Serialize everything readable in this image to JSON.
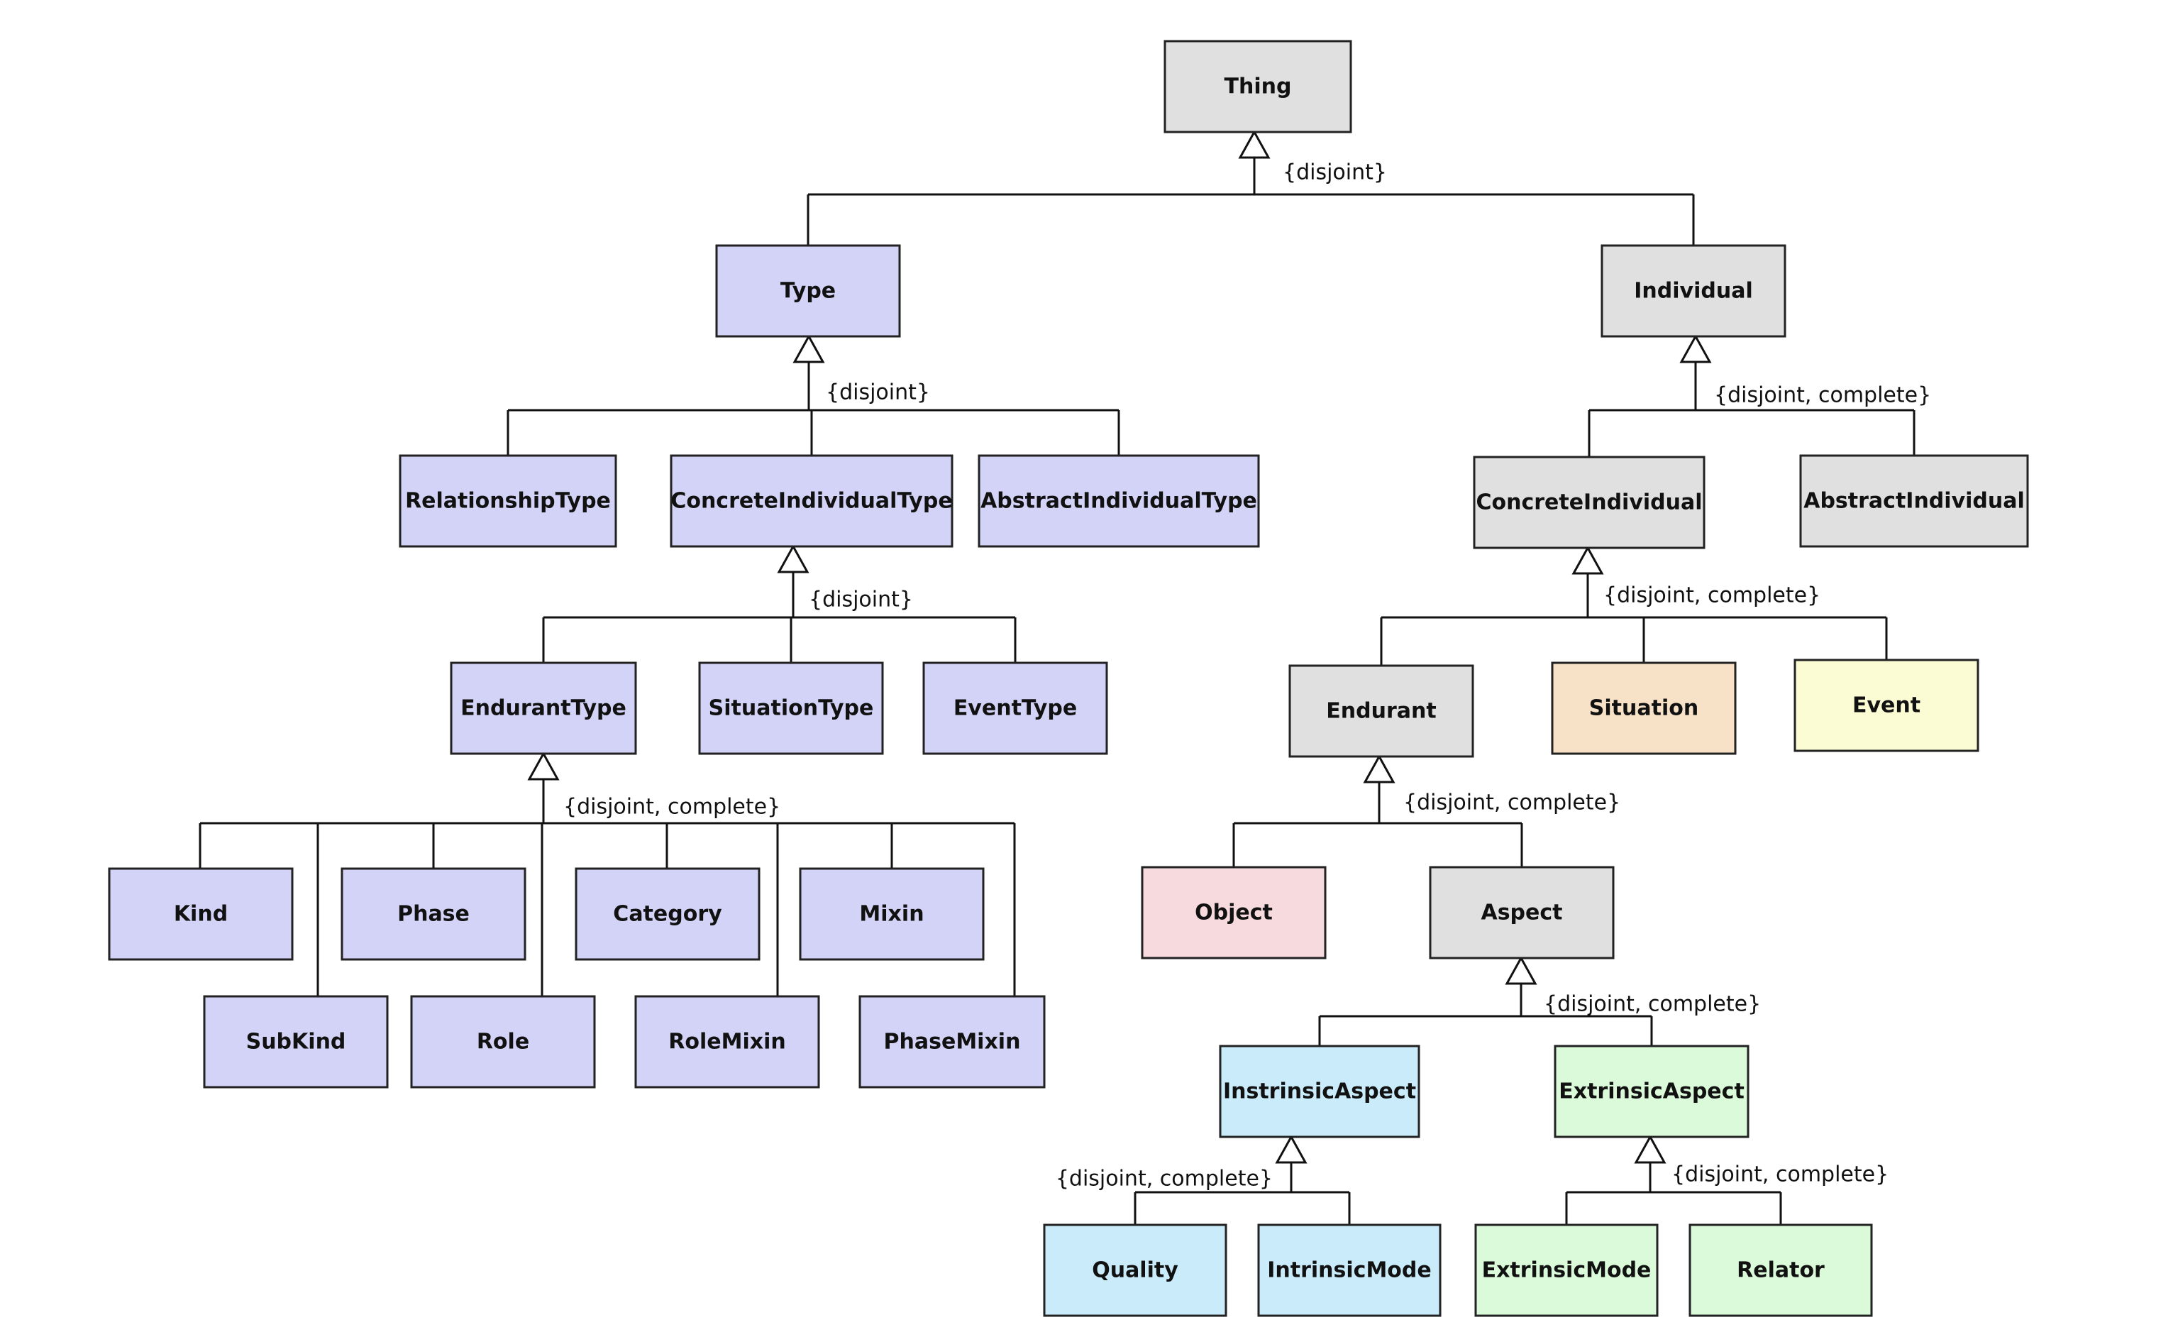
{
  "colors": {
    "type": "#d3d3f7",
    "individual": "#e0e0e0",
    "situation": "#f7e1c7",
    "event": "#fcfcd4",
    "object": "#f7dade",
    "intrinsic": "#c9ebfa",
    "extrinsic": "#dafada"
  },
  "nodes": {
    "thing": {
      "label": "Thing",
      "color": "individual"
    },
    "type": {
      "label": "Type",
      "color": "type"
    },
    "individual": {
      "label": "Individual",
      "color": "individual"
    },
    "relationship_type": {
      "label": "RelationshipType",
      "color": "type"
    },
    "concrete_individual_type": {
      "label": "ConcreteIndividualType",
      "color": "type"
    },
    "abstract_individual_type": {
      "label": "AbstractIndividualType",
      "color": "type"
    },
    "concrete_individual": {
      "label": "ConcreteIndividual",
      "color": "individual"
    },
    "abstract_individual": {
      "label": "AbstractIndividual",
      "color": "individual"
    },
    "endurant_type": {
      "label": "EndurantType",
      "color": "type"
    },
    "situation_type": {
      "label": "SituationType",
      "color": "type"
    },
    "event_type": {
      "label": "EventType",
      "color": "type"
    },
    "endurant": {
      "label": "Endurant",
      "color": "individual"
    },
    "situation": {
      "label": "Situation",
      "color": "situation"
    },
    "event": {
      "label": "Event",
      "color": "event"
    },
    "kind": {
      "label": "Kind",
      "color": "type"
    },
    "phase": {
      "label": "Phase",
      "color": "type"
    },
    "category": {
      "label": "Category",
      "color": "type"
    },
    "mixin": {
      "label": "Mixin",
      "color": "type"
    },
    "subkind": {
      "label": "SubKind",
      "color": "type"
    },
    "role": {
      "label": "Role",
      "color": "type"
    },
    "role_mixin": {
      "label": "RoleMixin",
      "color": "type"
    },
    "phase_mixin": {
      "label": "PhaseMixin",
      "color": "type"
    },
    "object": {
      "label": "Object",
      "color": "object"
    },
    "aspect": {
      "label": "Aspect",
      "color": "individual"
    },
    "instrinsic_aspect": {
      "label": "InstrinsicAspect",
      "color": "intrinsic"
    },
    "extrinsic_aspect": {
      "label": "ExtrinsicAspect",
      "color": "extrinsic"
    },
    "quality": {
      "label": "Quality",
      "color": "intrinsic"
    },
    "intrinsic_mode": {
      "label": "IntrinsicMode",
      "color": "intrinsic"
    },
    "extrinsic_mode": {
      "label": "ExtrinsicMode",
      "color": "extrinsic"
    },
    "relator": {
      "label": "Relator",
      "color": "extrinsic"
    }
  },
  "generalizations": [
    {
      "parent": "thing",
      "children": [
        "type",
        "individual"
      ],
      "constraint": "{disjoint}"
    },
    {
      "parent": "type",
      "children": [
        "relationship_type",
        "concrete_individual_type",
        "abstract_individual_type"
      ],
      "constraint": "{disjoint}"
    },
    {
      "parent": "individual",
      "children": [
        "concrete_individual",
        "abstract_individual"
      ],
      "constraint": "{disjoint, complete}"
    },
    {
      "parent": "concrete_individual_type",
      "children": [
        "endurant_type",
        "situation_type",
        "event_type"
      ],
      "constraint": "{disjoint}"
    },
    {
      "parent": "concrete_individual",
      "children": [
        "endurant",
        "situation",
        "event"
      ],
      "constraint": "{disjoint, complete}"
    },
    {
      "parent": "endurant_type",
      "children": [
        "kind",
        "subkind",
        "phase",
        "role",
        "category",
        "role_mixin",
        "mixin",
        "phase_mixin"
      ],
      "constraint": "{disjoint, complete}"
    },
    {
      "parent": "endurant",
      "children": [
        "object",
        "aspect"
      ],
      "constraint": "{disjoint, complete}"
    },
    {
      "parent": "aspect",
      "children": [
        "instrinsic_aspect",
        "extrinsic_aspect"
      ],
      "constraint": "{disjoint, complete}"
    },
    {
      "parent": "instrinsic_aspect",
      "children": [
        "quality",
        "intrinsic_mode"
      ],
      "constraint": "{disjoint, complete}"
    },
    {
      "parent": "extrinsic_aspect",
      "children": [
        "extrinsic_mode",
        "relator"
      ],
      "constraint": "{disjoint, complete}"
    }
  ]
}
